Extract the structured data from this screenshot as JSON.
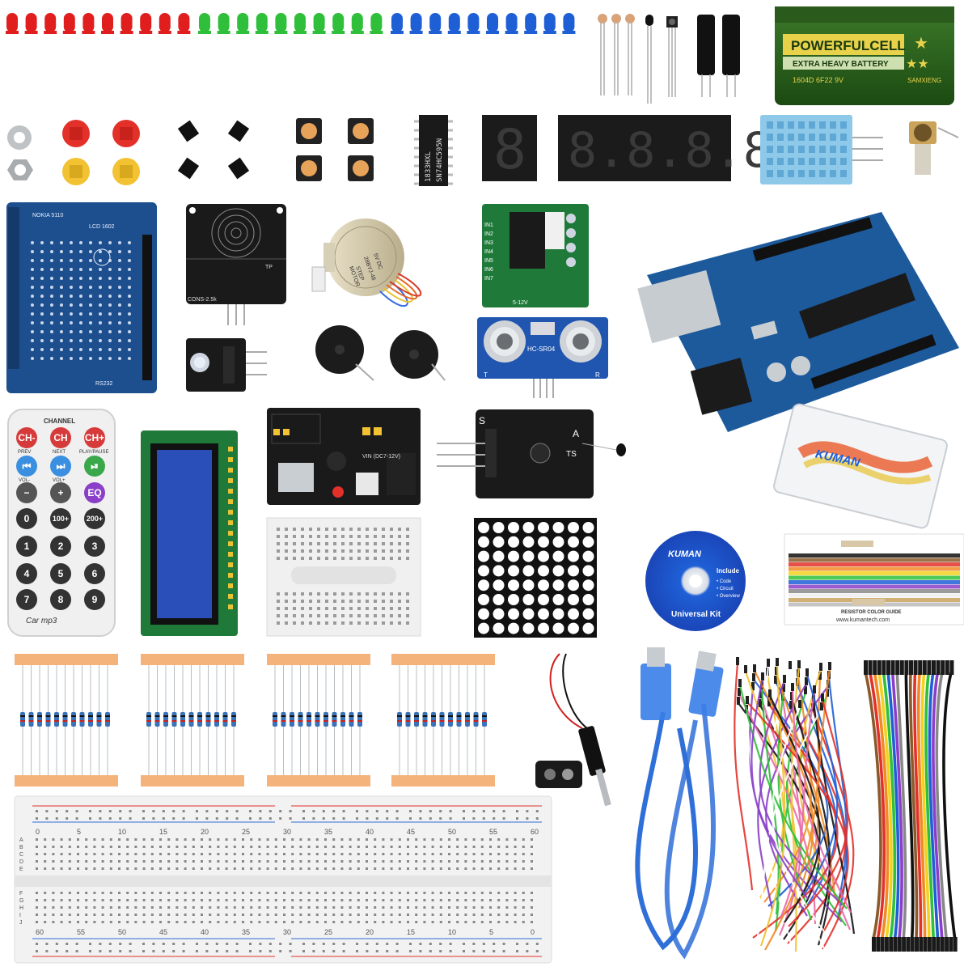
{
  "battery": {
    "brand": "POWERFULCELL",
    "subtitle": "EXTRA HEAVY BATTERY",
    "code": "1604D 6F22 9V",
    "maker": "SAMXIENG"
  },
  "shift_register": {
    "line1": "1833HXL",
    "line2": "SN74HC595N"
  },
  "seven_segment": {
    "single": "8",
    "quad": "8.8.8.8."
  },
  "lcd_shield": {
    "model": "NOKIA 5110",
    "lcd": "LCD 1602",
    "port": "RS232"
  },
  "touch_sensor": {
    "label_tp": "TP",
    "label_cons": "CONS-2.5k"
  },
  "stepper": {
    "line1": "STEP",
    "line2": "MOTOR",
    "line3": "28BYJ-48",
    "line4": "5V DC"
  },
  "driver": {
    "pins": [
      "IN1",
      "IN2",
      "IN3",
      "IN4",
      "IN5",
      "IN6",
      "IN7"
    ],
    "voltage": "5-12V"
  },
  "ultrasonic": {
    "model": "HC-SR04",
    "pin_t": "T",
    "pin_r": "R"
  },
  "power_module": {
    "vin": "VIN (DC7-12V)"
  },
  "temp_sensor": {
    "label_s": "S",
    "label_a": "A",
    "label_ts": "TS"
  },
  "remote": {
    "header": "CHANNEL",
    "row1": [
      "CH-",
      "CH",
      "CH+"
    ],
    "row1_caps": [
      "PREV",
      "NEXT",
      "PLAY/PAUSE"
    ],
    "row2_caps": [
      "VOL-",
      "VOL+"
    ],
    "row3": [
      "−",
      "+",
      "EQ"
    ],
    "digits": [
      "0",
      "100+",
      "200+",
      "1",
      "2",
      "3",
      "4",
      "5",
      "6",
      "7",
      "8",
      "9"
    ],
    "brand": "Car mp3"
  },
  "cd": {
    "brand": "KUMAN",
    "include": "Include",
    "items": [
      "• Code",
      "• Circuit",
      "• Overview"
    ],
    "title": "Universal Kit"
  },
  "case": {
    "brand": "KUMAN"
  },
  "resistor_card": {
    "footer_title": "RESISTOR COLOR GUIDE",
    "url": "www.kumantech.com"
  },
  "breadboard": {
    "top_numbers": [
      "0",
      "5",
      "10",
      "15",
      "20",
      "25",
      "30",
      "35",
      "40",
      "45",
      "50",
      "55",
      "60"
    ],
    "rows_left_top": [
      "A",
      "B",
      "C",
      "D",
      "E"
    ],
    "rows_left_bottom": [
      "F",
      "G",
      "H",
      "I",
      "J"
    ],
    "bottom_numbers": [
      "60",
      "55",
      "50",
      "45",
      "40",
      "35",
      "30",
      "25",
      "20",
      "15",
      "10",
      "5",
      "0"
    ]
  },
  "colors": {
    "led_red": "#e01e1e",
    "led_green": "#2fbf3a",
    "led_blue": "#1f5fd6",
    "pcb_blue": "#1d4f8f",
    "pcb_green": "#1f7a3a",
    "resistor_tape": "#f4b37a",
    "usb_blue": "#2f6fd8"
  }
}
